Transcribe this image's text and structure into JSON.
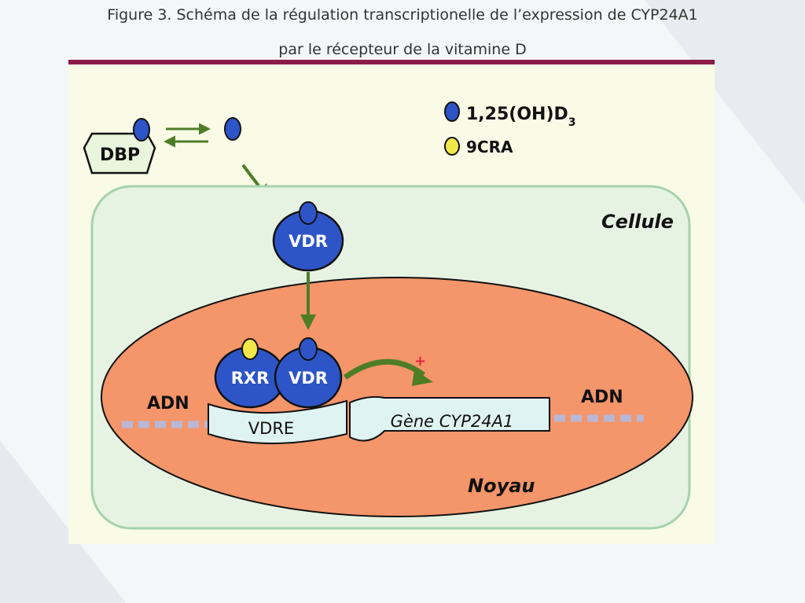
{
  "figure": {
    "title_line1": "Figure 3. Schéma de la régulation transcriptionelle de l’expression de CYP24A1",
    "title_line2": "par le récepteur de la vitamine D"
  },
  "legend": {
    "items": [
      {
        "label": "1,25(OH)D",
        "subscript": "3",
        "color": "#2d55c8"
      },
      {
        "label": "9CRA",
        "color": "#f2e84a"
      }
    ]
  },
  "labels": {
    "dbp": "DBP",
    "vdr": "VDR",
    "rxr": "RXR",
    "cell": "Cellule",
    "nucleus": "Noyau",
    "dna_left": "ADN",
    "dna_right": "ADN",
    "vdre": "VDRE",
    "gene": "Gène CYP24A1",
    "activation": "+"
  },
  "colors": {
    "panel": "#f9fbe6",
    "cell_fill": "#e6f3e2",
    "cell_stroke": "#a5d2ad",
    "nucleus": "#f4956a",
    "vitamin_d": "#2d55c8",
    "ligand_9cra": "#f2e84a",
    "arrow": "#4e7d27",
    "dna_box": "#dff4f2",
    "dna_line": "#b9b7d6",
    "dbp_fill": "#e9f5dc",
    "plus": "#e0243c"
  }
}
